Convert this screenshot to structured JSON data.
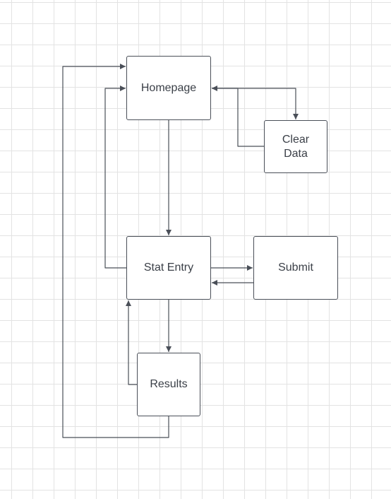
{
  "diagram": {
    "type": "flowchart",
    "colors": {
      "line": "#4a4f58",
      "text": "#3a3f47",
      "grid": "#e3e3e3",
      "node_fill": "#ffffff"
    },
    "nodes": {
      "homepage": {
        "label": "Homepage"
      },
      "clear_data": {
        "label": "Clear\nData"
      },
      "stat_entry": {
        "label": "Stat Entry"
      },
      "submit": {
        "label": "Submit"
      },
      "results": {
        "label": "Results"
      }
    },
    "edges": [
      {
        "from": "homepage",
        "to": "stat_entry"
      },
      {
        "from": "homepage",
        "to": "clear_data"
      },
      {
        "from": "clear_data",
        "to": "homepage"
      },
      {
        "from": "stat_entry",
        "to": "homepage"
      },
      {
        "from": "stat_entry",
        "to": "submit"
      },
      {
        "from": "submit",
        "to": "stat_entry"
      },
      {
        "from": "stat_entry",
        "to": "results"
      },
      {
        "from": "results",
        "to": "stat_entry"
      },
      {
        "from": "results",
        "to": "homepage"
      }
    ]
  }
}
